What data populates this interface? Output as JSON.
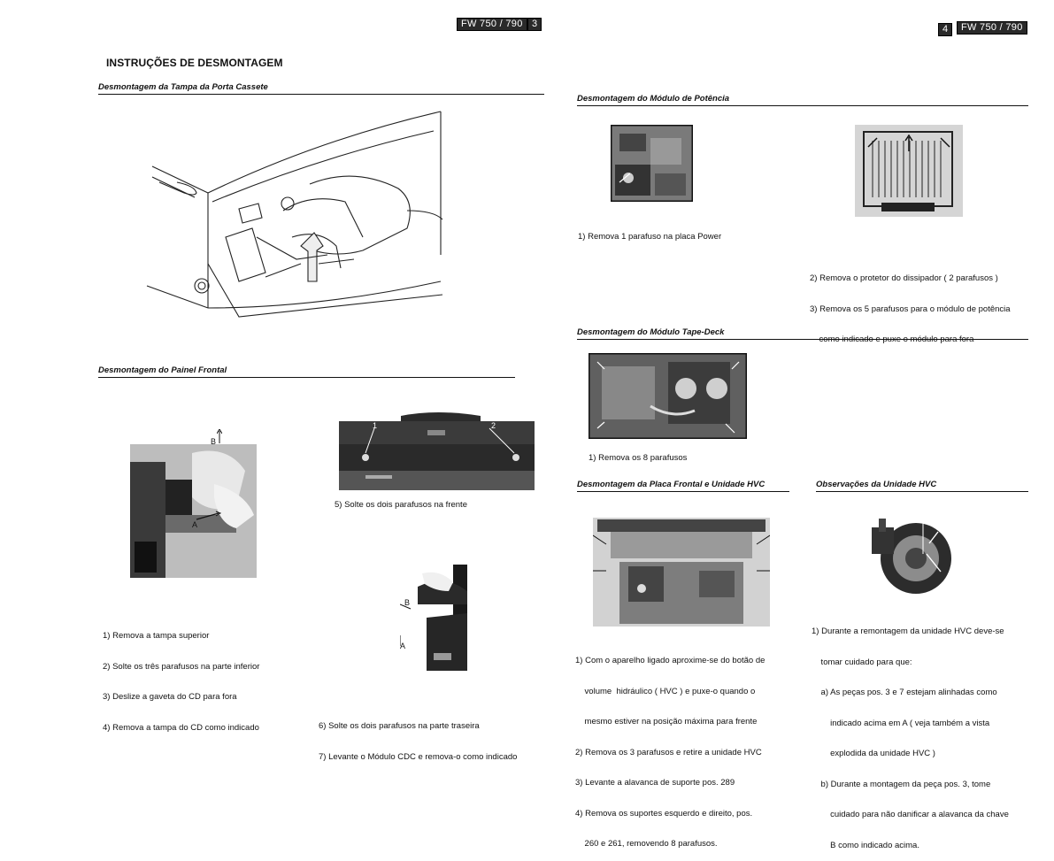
{
  "left_page": {
    "badge_model": "FW 750 / 790",
    "badge_number": "3",
    "title": "INSTRUÇÕES DE DESMONTAGEM",
    "section_cassette": {
      "heading": "Desmontagem da Tampa da Porta Cassete"
    },
    "section_front_panel": {
      "heading": "Desmontagem do Painel Frontal",
      "label_b": "B",
      "label_a": "A",
      "steps": [
        "1) Remova a tampa superior",
        "2) Solte os três parafusos na parte inferior",
        "3) Deslize a gaveta do CD para fora",
        "4) Remova a tampa do CD como indicado"
      ],
      "front_screw_1": "1",
      "front_screw_2": "2",
      "step5": "5) Solte os dois parafusos na frente",
      "rear_label_b": "B",
      "rear_label_a": "A",
      "steps_67": [
        "6) Solte os dois parafusos na parte traseira",
        "7) Levante o Módulo CDC e remova-o como indicado"
      ]
    }
  },
  "right_page": {
    "badge_number": "4",
    "badge_model": "FW 750 / 790",
    "section_power": {
      "heading": "Desmontagem do Módulo de Potência",
      "step1": "1) Remova 1 parafuso na placa Power",
      "steps_23": [
        "2) Remova o protetor do dissipador ( 2 parafusos )",
        "3) Remova os 5 parafusos para o módulo de potência",
        "    como indicado e puxe o módulo para fora"
      ]
    },
    "section_tape": {
      "heading": "Desmontagem do Módulo Tape-Deck",
      "step1": "1) Remova os 8 parafusos"
    },
    "section_hvc": {
      "heading": "Desmontagem da Placa Frontal e Unidade HVC",
      "steps": [
        "1) Com o aparelho ligado aproxime-se do botão de",
        "    volume  hidráulico ( HVC ) e puxe-o quando o",
        "    mesmo estiver na posição máxima para frente",
        "2) Remova os 3 parafusos e retire a unidade HVC",
        "3) Levante a alavanca de suporte pos. 289",
        "4) Remova os suportes esquerdo e direito, pos.",
        "    260 e 261, removendo 8 parafusos."
      ]
    },
    "section_obs": {
      "heading": "Observações da Unidade HVC",
      "notes": [
        "1) Durante a remontagem da unidade HVC deve-se",
        "    tomar cuidado para que:",
        "    a) As peças pos. 3 e 7 estejam alinhadas como",
        "        indicado acima em A ( veja também a vista",
        "        explodida da unidade HVC )",
        "    b) Durante a montagem da peça pos. 3, tome",
        "        cuidado para não danificar a alavanca da chave",
        "        B como indicado acima."
      ]
    }
  }
}
